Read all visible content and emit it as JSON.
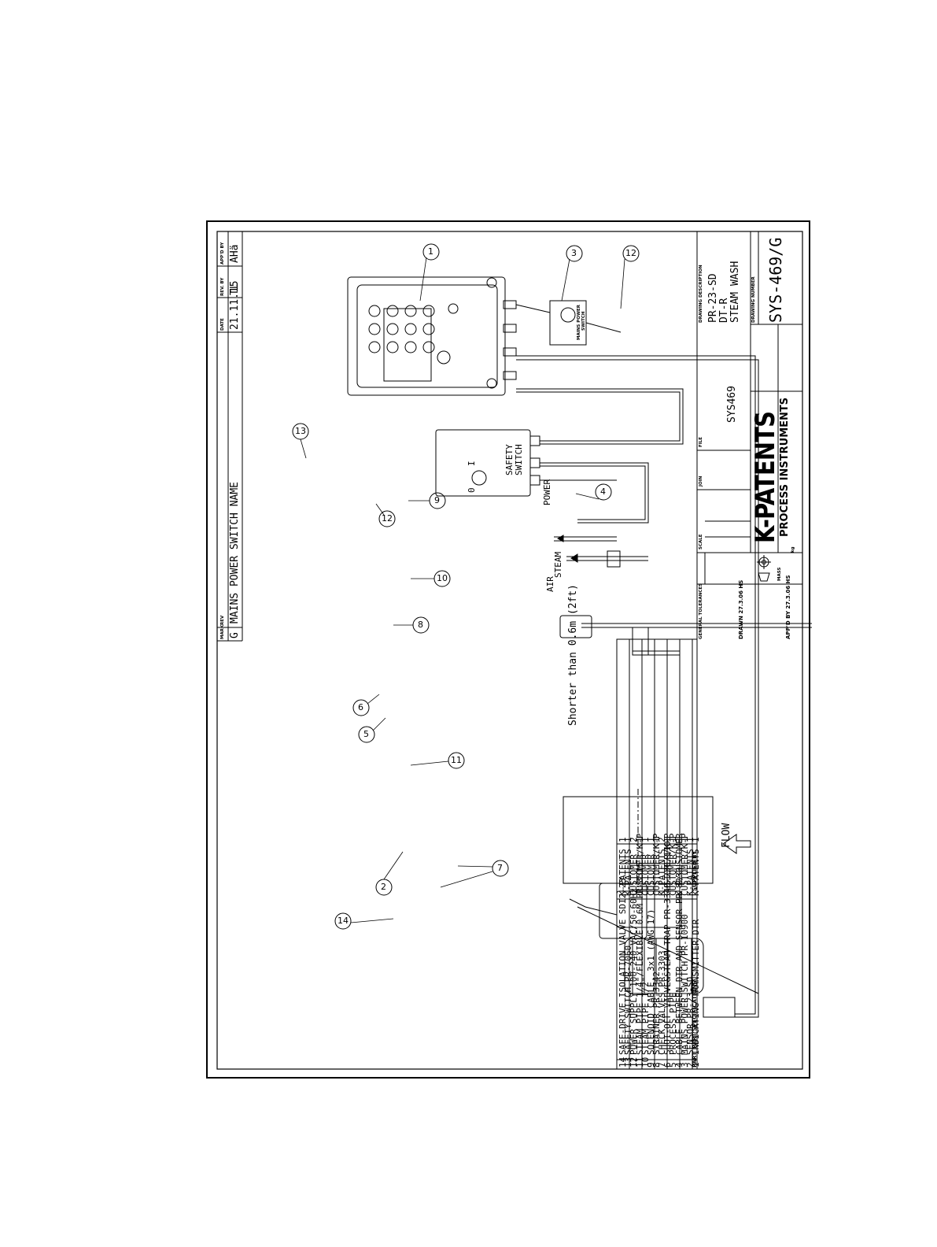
{
  "revision": {
    "header": {
      "mark": "MARK",
      "rev": "REV",
      "date": "DATE",
      "rev_by": "REV. BY",
      "appd_by": "APP'D BY"
    },
    "mark": "G",
    "rev": "MAINS POWER SWITCH NAME",
    "date": "21.11.15",
    "rev_by": "TL",
    "appd_by": "AHä"
  },
  "labels": {
    "air": "AIR",
    "steam": "STEAM",
    "power": "POWER",
    "flow": "FLOW",
    "safety_switch": [
      "SAFETY",
      "SWITCH"
    ],
    "mains_power_switch": [
      "MAINS POWER",
      "SWITCH"
    ],
    "dimension_note": "Shorter than 0.6m (2ft)",
    "switch_zero": "0",
    "switch_one": "I"
  },
  "balloons": {
    "b1": "1",
    "b2": "2",
    "b3": "3",
    "b4": "4",
    "b5": "5",
    "b6": "6",
    "b7": "7",
    "b8": "8",
    "b9": "9",
    "b10": "10",
    "b11": "11",
    "b12a": "12",
    "b12b": "12",
    "b13": "13",
    "b14": "14"
  },
  "parts_list": {
    "header": {
      "part": "PART",
      "spec": "PART SPECIFICATIONS",
      "supplied": "SUPPLIED BY"
    },
    "rows": [
      {
        "part": "14",
        "spec": "SAFE-DRIVE ISOLATION VALVE SDI2-23",
        "supplied": "K-PATENTS",
        "qty": "1"
      },
      {
        "part": "13",
        "spec": "SAFETY SWITCH PR-7060",
        "supplied": "K-PATENTS",
        "qty": "1"
      },
      {
        "part": "12",
        "spec": "POWER SUPPLY 100-240 VAC/50-60Hz",
        "supplied": "CUSTOMER",
        "qty": "2"
      },
      {
        "part": "11",
        "spec": "STEAM PIPE 1/4\"/FLEXIBLE 0.6M PR-3515",
        "supplied": "CUSTOMER/K-P",
        "qty": "1"
      },
      {
        "part": "10",
        "spec": "STEAM PIPE 1/2\"",
        "supplied": "CUSTOMER",
        "qty": "1"
      },
      {
        "part": "9",
        "spec": "SOLENOID CABLE, 3x1 (AWG 17)",
        "supplied": "CUSTOMER",
        "qty": "1"
      },
      {
        "part": "8",
        "spec": "STRAINER PR-3342",
        "supplied": "CUSTOMER/K-P",
        "qty": "1"
      },
      {
        "part": "7",
        "spec": "CHECK VALVES PR-3303",
        "supplied": "K-PATENTS",
        "qty": "2"
      },
      {
        "part": "6",
        "spec": "SHUT-OFF VALVE&STEAM TRAP PR-3340-230/110",
        "supplied": "CUSTOMER/K-P",
        "qty": "1"
      },
      {
        "part": "5",
        "spec": "PROCESS PIPE",
        "supplied": "CUSTOMER/K-P",
        "qty": "1"
      },
      {
        "part": "4",
        "spec": "CABLE BETWEEN DTR AND SENSOR PR-8230-...",
        "supplied": "K-P/CUSTOMER",
        "qty": "1"
      },
      {
        "part": "3",
        "spec": "MAINS POWER SWITCH PR-10900",
        "supplied": "CUSTOMER/K-P",
        "qty": "1"
      },
      {
        "part": "2",
        "spec": "SENSOR PR-23-SD",
        "supplied": "K-PATENTS",
        "qty": "1"
      },
      {
        "part": "1",
        "spec": "INDICATING TRANSMITTER DTR",
        "supplied": "K-PATENTS",
        "qty": "1"
      }
    ]
  },
  "title_block": {
    "general_tolerances": "GENERAL TOLERANCES",
    "scale": "SCALE",
    "joint": "JOIN",
    "file_label": "FILE",
    "file": "SYS469",
    "drawn": "DRAWN 27.3.06  HS",
    "appd": "APP'D BY 27.3.06  HS",
    "mass": "MASS",
    "kg": "kg",
    "logo_main": "K-PATENTS",
    "logo_sub": "PROCESS INSTRUMENTS",
    "description_label": "DRAWING DESCRIPTION",
    "description": [
      "PR-23-SD",
      "DT-R",
      "STEAM WASH"
    ],
    "number_label": "DRAWING NUMBER",
    "number": "SYS-469/G"
  }
}
